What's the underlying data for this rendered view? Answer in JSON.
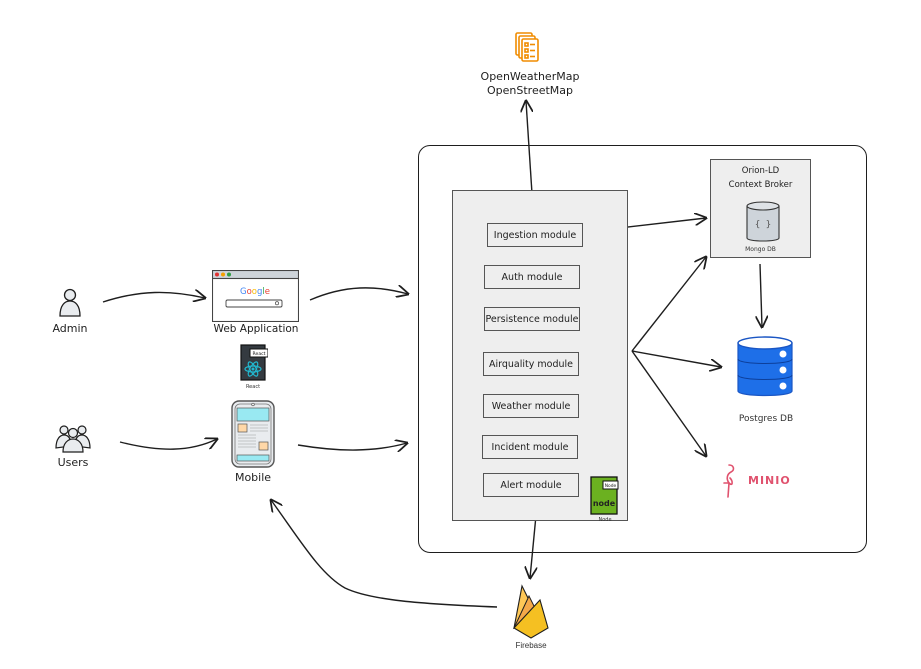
{
  "external_apis": {
    "icon": "document-list-icon",
    "lines": [
      "OpenWeatherMap",
      "OpenStreetMap"
    ]
  },
  "actors": {
    "admin": {
      "label": "Admin",
      "icon": "user-icon"
    },
    "users": {
      "label": "Users",
      "icon": "user-group-icon"
    }
  },
  "clients": {
    "web": {
      "label": "Web Application",
      "icon": "browser-window-icon",
      "browser_logo": "Google"
    },
    "react": {
      "label": "React",
      "tag": "React",
      "icon": "react-logo-icon"
    },
    "mobile": {
      "label": "Mobile",
      "icon": "mobile-phone-icon"
    }
  },
  "backend": {
    "modules": [
      {
        "label": "Ingestion module"
      },
      {
        "label": "Auth module"
      },
      {
        "label": "Persistence module"
      },
      {
        "label": "Airquality module"
      },
      {
        "label": "Weather module"
      },
      {
        "label": "Incident module"
      },
      {
        "label": "Alert module"
      }
    ],
    "runtime": {
      "label": "Node",
      "tag": "Node",
      "logo_text": "node",
      "icon": "nodejs-logo-icon"
    }
  },
  "context_broker": {
    "title_line1": "Orion-LD",
    "title_line2": "Context Broker",
    "db_label": "Mongo DB",
    "db_glyph": "{ }"
  },
  "storage": {
    "postgres": {
      "label": "Postgres DB",
      "icon": "database-icon",
      "color": "#1e6fe8"
    },
    "minio": {
      "label": "MINIO",
      "icon": "flamingo-icon",
      "color": "#e0526e"
    }
  },
  "notifications": {
    "firebase": {
      "label": "Firebase",
      "icon": "firebase-flame-icon"
    }
  },
  "colors": {
    "stroke": "#1e1e1e",
    "panel_fill": "#eeeeee",
    "orange": "#f08c00",
    "react_bg": "#343a40",
    "react_cyan": "#22b8cf",
    "node_green": "#6bb120",
    "firebase_yellow": "#f5c022",
    "firebase_orange": "#f5a623"
  }
}
